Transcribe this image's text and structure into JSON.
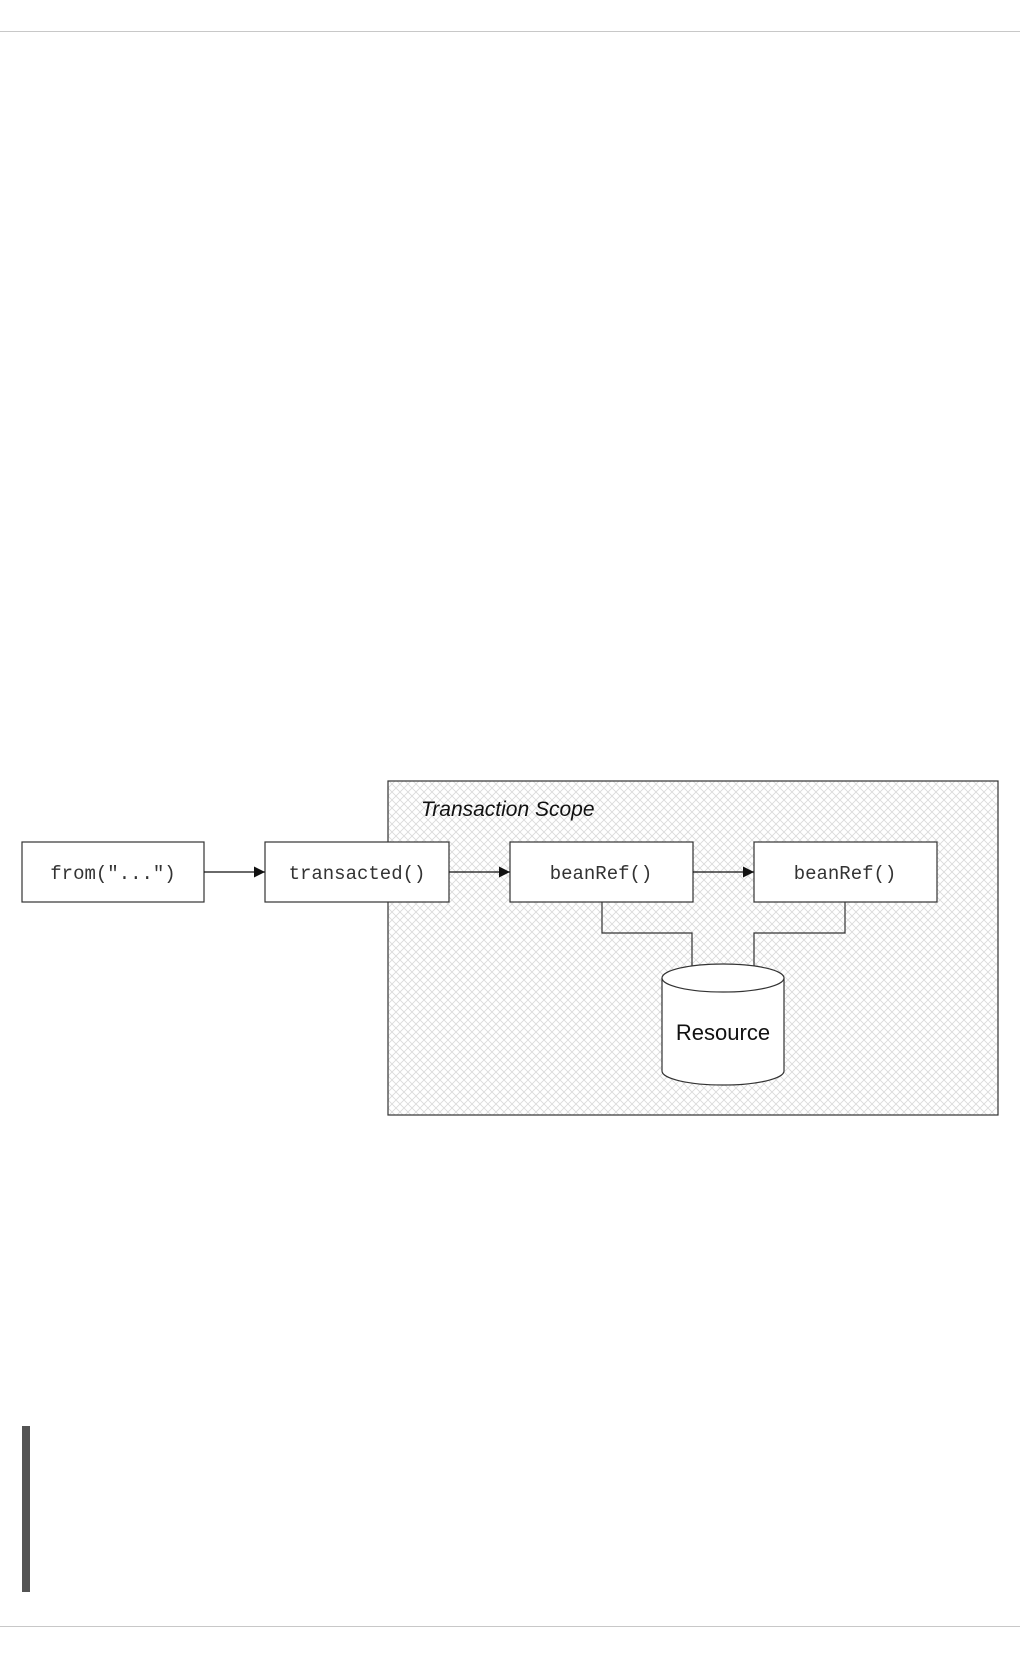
{
  "diagram": {
    "scope_label": "Transaction Scope",
    "nodes": {
      "from": "from(\"...\")",
      "transacted": "transacted()",
      "beanref1": "beanRef()",
      "beanref2": "beanRef()",
      "resource": "Resource"
    }
  }
}
